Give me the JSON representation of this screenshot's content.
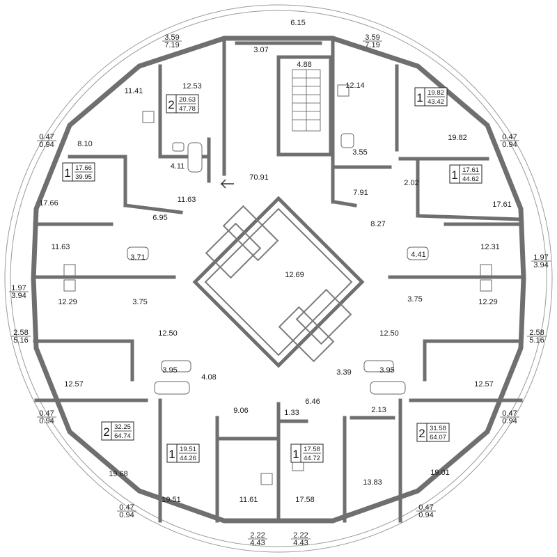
{
  "floor_plan": {
    "core": {
      "corridor_area": "70.91",
      "central_hall_area": "12.69",
      "stair_area": "4.88",
      "lobby_top_area": "6.15",
      "vestibule_area": "3.07"
    },
    "rooms": [
      {
        "id": "r1",
        "area": "3.59",
        "sub": "7.19"
      },
      {
        "id": "r2",
        "area": "3.59",
        "sub": "7.19"
      },
      {
        "id": "r3",
        "area": "11.41"
      },
      {
        "id": "r4",
        "area": "12.53"
      },
      {
        "id": "r5",
        "area": "12.14"
      },
      {
        "id": "r6",
        "area": "8.10"
      },
      {
        "id": "r7",
        "area": "4.11"
      },
      {
        "id": "r8",
        "area": "3.55"
      },
      {
        "id": "r9",
        "area": "19.82"
      },
      {
        "id": "r10",
        "area": "0.47",
        "sub": "0.94"
      },
      {
        "id": "r11",
        "area": "0.47",
        "sub": "0.94"
      },
      {
        "id": "r12",
        "area": "11.63"
      },
      {
        "id": "r13",
        "area": "7.91"
      },
      {
        "id": "r14",
        "area": "2.02"
      },
      {
        "id": "r15",
        "area": "17.66"
      },
      {
        "id": "r16",
        "area": "17.61"
      },
      {
        "id": "r17",
        "area": "6.95"
      },
      {
        "id": "r18",
        "area": "8.27"
      },
      {
        "id": "r19",
        "area": "11.63"
      },
      {
        "id": "r20",
        "area": "3.71"
      },
      {
        "id": "r21",
        "area": "4.41"
      },
      {
        "id": "r22",
        "area": "12.31"
      },
      {
        "id": "r23",
        "area": "1.97",
        "sub": "3.94"
      },
      {
        "id": "r24",
        "area": "1.97",
        "sub": "3.94"
      },
      {
        "id": "r25",
        "area": "12.29"
      },
      {
        "id": "r26",
        "area": "3.75"
      },
      {
        "id": "r27",
        "area": "3.75"
      },
      {
        "id": "r28",
        "area": "12.29"
      },
      {
        "id": "r29",
        "area": "12.50"
      },
      {
        "id": "r30",
        "area": "12.50"
      },
      {
        "id": "r31",
        "area": "2.58",
        "sub": "5.16"
      },
      {
        "id": "r32",
        "area": "2.58",
        "sub": "5.16"
      },
      {
        "id": "r33",
        "area": "3.95"
      },
      {
        "id": "r34",
        "area": "4.08"
      },
      {
        "id": "r35",
        "area": "3.39"
      },
      {
        "id": "r36",
        "area": "3.95"
      },
      {
        "id": "r37",
        "area": "12.57"
      },
      {
        "id": "r38",
        "area": "12.57"
      },
      {
        "id": "r39",
        "area": "6.46"
      },
      {
        "id": "r40",
        "area": "2.13"
      },
      {
        "id": "r41",
        "area": "9.06"
      },
      {
        "id": "r42",
        "area": "1.33"
      },
      {
        "id": "r43",
        "area": "0.47",
        "sub": "0.94"
      },
      {
        "id": "r44",
        "area": "0.47",
        "sub": "0.94"
      },
      {
        "id": "r45",
        "area": "19.68"
      },
      {
        "id": "r46",
        "area": "19.01"
      },
      {
        "id": "r47",
        "area": "13.83"
      },
      {
        "id": "r48",
        "area": "19.51"
      },
      {
        "id": "r49",
        "area": "11.61"
      },
      {
        "id": "r50",
        "area": "17.58"
      },
      {
        "id": "r51",
        "area": "0.47",
        "sub": "0.94"
      },
      {
        "id": "r52",
        "area": "0.47",
        "sub": "0.94"
      },
      {
        "id": "r53",
        "area": "2.22",
        "sub": "4.43"
      },
      {
        "id": "r54",
        "area": "2.22",
        "sub": "4.43"
      }
    ],
    "apartments": [
      {
        "id": "a1",
        "rooms": "2",
        "living": "20.63",
        "total": "47.78"
      },
      {
        "id": "a2",
        "rooms": "1",
        "living": "19.82",
        "total": "43.42"
      },
      {
        "id": "a3",
        "rooms": "1",
        "living": "17.66",
        "total": "39.95"
      },
      {
        "id": "a4",
        "rooms": "1",
        "living": "17.61",
        "total": "44.62"
      },
      {
        "id": "a5",
        "rooms": "2",
        "living": "32.25",
        "total": "64.74"
      },
      {
        "id": "a6",
        "rooms": "2",
        "living": "31.58",
        "total": "64.07"
      },
      {
        "id": "a7",
        "rooms": "1",
        "living": "19.51",
        "total": "44.26"
      },
      {
        "id": "a8",
        "rooms": "1",
        "living": "17.58",
        "total": "44.72"
      }
    ]
  }
}
